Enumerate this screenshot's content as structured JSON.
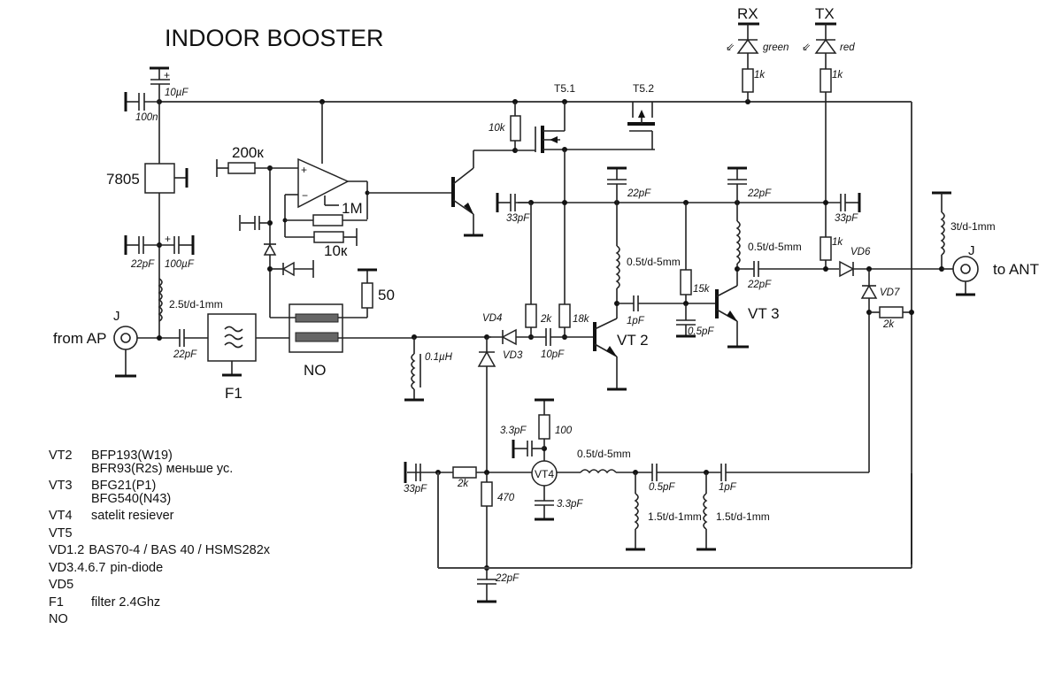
{
  "title": "INDOOR BOOSTER",
  "ports": {
    "input_label": "from AP",
    "input_connector": "J",
    "output_label": "to ANT",
    "output_connector": "J",
    "rx_label": "RX",
    "tx_label": "TX"
  },
  "leds": {
    "rx_color": "green",
    "tx_color": "red"
  },
  "components": {
    "regulator": "7805",
    "c_10uF": "10µF",
    "c_100n": "100n",
    "c_22pF_supply": "22pF",
    "c_100uF": "100µF",
    "l_2_5t": "2.5t/d-1mm",
    "c_22pF_in": "22pF",
    "filter": "F1",
    "coupler": "NO",
    "r_50": "50",
    "r_200k": "200к",
    "r_1M": "1M",
    "r_10k_op": "10к",
    "r_10k": "10k",
    "t5_1": "T5.1",
    "t5_2": "T5.2",
    "r_1k_rx": "1k",
    "r_1k_tx": "1k",
    "c_33pF_a": "33pF",
    "c_22pF_vt2": "22pF",
    "c_22pF_vt3": "22pF",
    "c_33pF_b": "33pF",
    "r_2k_bias": "2k",
    "r_18k": "18k",
    "c_10pF": "10pF",
    "l_0_5t_vt2": "0.5t/d-5mm",
    "c_1pF": "1pF",
    "r_15k": "15k",
    "c_0_5pF": "0.5pF",
    "l_0_5t_vt3": "0.5t/d-5mm",
    "c_22pF_out": "22pF",
    "r_1k_vd6": "1k",
    "l_3t": "3t/d-1mm",
    "vd3": "VD3",
    "vd4": "VD4",
    "vd6": "VD6",
    "vd7": "VD7",
    "r_2k_vd7": "2k",
    "l_0_1uH": "0.1µH",
    "vt2": "VT 2",
    "vt3": "VT 3",
    "vt4": "VT4",
    "r_100": "100",
    "c_3_3pF_a": "3.3pF",
    "c_3_3pF_b": "3.3pF",
    "c_33pF_c": "33pF",
    "r_2k_det": "2k",
    "r_470": "470",
    "c_22pF_det": "22pF",
    "l_0_5t_vt4": "0.5t/d-5mm",
    "c_0_5pF_b": "0.5pF",
    "c_1pF_b": "1pF",
    "l_1_5t_a": "1.5t/d-1mm",
    "l_1_5t_b": "1.5t/d-1mm"
  },
  "legend": [
    {
      "key": "VT2",
      "lines": [
        "BFP193(W19)",
        "BFR93(R2s) меньше ус."
      ]
    },
    {
      "key": "VT3",
      "lines": [
        "BFG21(P1)",
        "BFG540(N43)"
      ]
    },
    {
      "key": "VT4",
      "lines": [
        "satelit resiever"
      ]
    },
    {
      "key": "VT5",
      "lines": [
        ""
      ]
    },
    {
      "key": "VD1.2",
      "lines": [
        "BAS70-4 / BAS 40 / HSMS282x"
      ]
    },
    {
      "key": "VD3.4.6.7",
      "lines": [
        "pin-diode"
      ]
    },
    {
      "key": "VD5",
      "lines": [
        ""
      ]
    },
    {
      "key": "F1",
      "lines": [
        "filter 2.4Ghz"
      ]
    },
    {
      "key": "NO",
      "lines": [
        ""
      ]
    }
  ]
}
